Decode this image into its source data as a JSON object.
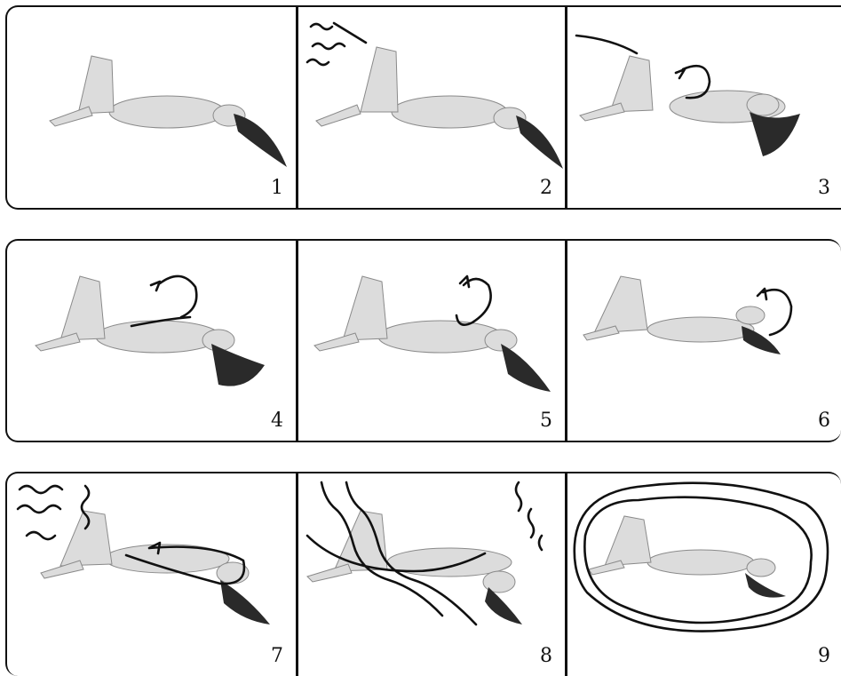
{
  "panels": [
    {
      "number": "1"
    },
    {
      "number": "2"
    },
    {
      "number": "3"
    },
    {
      "number": "4"
    },
    {
      "number": "5"
    },
    {
      "number": "6"
    },
    {
      "number": "7"
    },
    {
      "number": "8"
    },
    {
      "number": "9"
    }
  ]
}
